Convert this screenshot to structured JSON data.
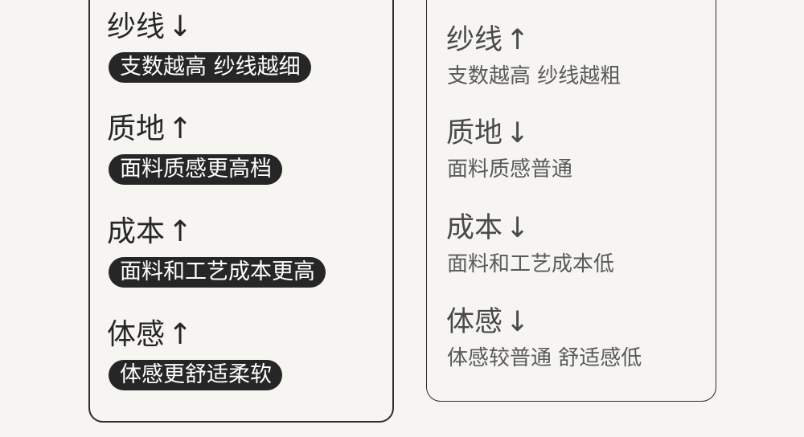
{
  "left_card": {
    "items": [
      {
        "title": "纱线",
        "arrow": "↓",
        "text": "支数越高 纱线越细"
      },
      {
        "title": "质地",
        "arrow": "↑",
        "text": "面料质感更高档"
      },
      {
        "title": "成本",
        "arrow": "↑",
        "text": "面料和工艺成本更高"
      },
      {
        "title": "体感",
        "arrow": "↑",
        "text": "体感更舒适柔软"
      }
    ]
  },
  "right_card": {
    "items": [
      {
        "title": "纱线",
        "arrow": "↑",
        "text": "支数越高 纱线越粗"
      },
      {
        "title": "质地",
        "arrow": "↓",
        "text": "面料质感普通"
      },
      {
        "title": "成本",
        "arrow": "↓",
        "text": "面料和工艺成本低"
      },
      {
        "title": "体感",
        "arrow": "↓",
        "text": "体感较普通 舒适感低"
      }
    ]
  }
}
